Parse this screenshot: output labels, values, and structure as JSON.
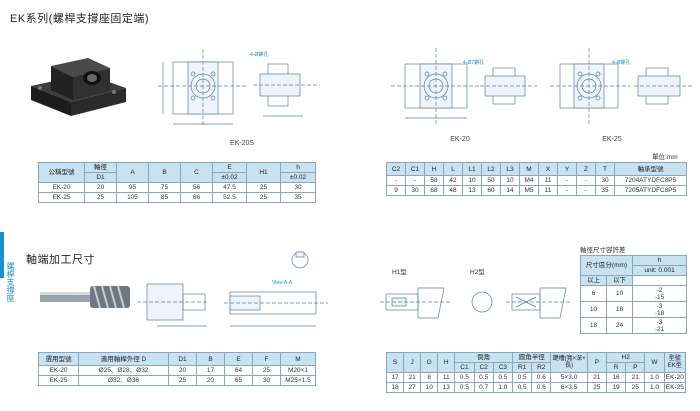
{
  "header": {
    "title": "EK系列(螺桿支撐座固定端)"
  },
  "side_tab": {
    "label": "螺桿支撐座",
    "color": "#1b8fd0"
  },
  "colors": {
    "header_blue": "#c8e2f2",
    "accent": "#1b8fd0",
    "drawing_line": "#5b7fa3"
  },
  "drawings": {
    "ek20s_caption": "EK-20S",
    "ek20_caption": "EK-20",
    "ek25_caption": "EK-25",
    "label_4x_bolt": "4-Ø螺孔",
    "label_4x_bolt2": "4-Ø7鑽孔",
    "label_4x_bolt3": "4-Ø螺孔",
    "view_aa": "View A-A",
    "label_h1": "H1型",
    "label_h2": "H2型"
  },
  "top_table": {
    "headers_row1": [
      "公稱型號",
      "軸徑",
      "A",
      "B",
      "C",
      "E",
      "H1",
      "h"
    ],
    "headers_row2": [
      "D1",
      "±0.02",
      "±0.02"
    ],
    "rows": [
      [
        "EK-20",
        "20",
        "95",
        "75",
        "56",
        "47.5",
        "25",
        "30"
      ],
      [
        "EK-25",
        "25",
        "105",
        "85",
        "66",
        "52.5",
        "25",
        "35"
      ]
    ]
  },
  "right_table": {
    "unit": "單位:mm",
    "headers": [
      "C2",
      "C1",
      "H",
      "L",
      "L1",
      "L2",
      "L3",
      "M",
      "X",
      "Y",
      "Z",
      "T",
      "軸承型號"
    ],
    "rows": [
      [
        "-",
        "-",
        "58",
        "42",
        "10",
        "50",
        "10",
        "M4",
        "11",
        "-",
        "-",
        "30",
        "7204ATYDFC8P5"
      ],
      [
        "9",
        "30",
        "68",
        "48",
        "13",
        "60",
        "14",
        "M5",
        "11",
        "-",
        "-",
        "35",
        "7205ATYDFC8P5"
      ]
    ]
  },
  "section2": {
    "title": "軸端加工尺寸"
  },
  "tolerance_table": {
    "title": "軸徑尺寸容許差",
    "header_left": "尺寸區分(mm)",
    "header_right": "h",
    "header_unit": "unit: 0.001",
    "sub_over": "以上",
    "sub_under": "以下",
    "rows": [
      {
        "over": "6",
        "under": "10",
        "upper": "-2",
        "lower": "-15"
      },
      {
        "over": "10",
        "under": "18",
        "upper": "-3",
        "lower": "-18"
      },
      {
        "over": "18",
        "under": "24",
        "upper": "-3",
        "lower": "-21"
      }
    ]
  },
  "bottom_left_table": {
    "headers": [
      "選用型號",
      "適用軸桿外徑 D",
      "D1",
      "B",
      "E",
      "F",
      "M"
    ],
    "rows": [
      [
        "EK-20",
        "Ø25、Ø28、Ø32",
        "20",
        "17",
        "64",
        "25",
        "M20×1"
      ],
      [
        "EK-25",
        "Ø32、Ø36",
        "25",
        "20",
        "65",
        "30",
        "M25×1.5"
      ]
    ]
  },
  "bottom_right_table": {
    "group_headers": {
      "chamfer": "倒角",
      "fillet": "圓角半徑",
      "keyway": "鍵槽(寬×深×長)",
      "h2": "H2",
      "model": "型號 EK型"
    },
    "headers_row1": [
      "S",
      "J",
      "G",
      "H"
    ],
    "headers_row2": [
      "C1",
      "C2",
      "C3",
      "R1",
      "R2",
      "P",
      "R",
      "P",
      "W"
    ],
    "rows": [
      [
        "17",
        "21",
        "8",
        "11",
        "0.5",
        "0.5",
        "0.5",
        "0.5",
        "0.6",
        "5×3.0",
        "21",
        "16",
        "21",
        "1.0",
        "EK-20"
      ],
      [
        "18",
        "27",
        "10",
        "13",
        "0.5",
        "0.7",
        "1.0",
        "0.5",
        "0.6",
        "6×3.5",
        "25",
        "19",
        "25",
        "1.0",
        "EK-25"
      ]
    ]
  }
}
